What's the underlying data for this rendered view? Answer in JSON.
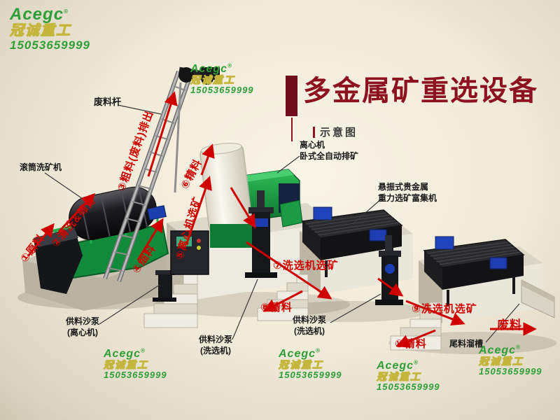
{
  "title": {
    "text": "多金属矿重选设备",
    "subtitle": "示意图"
  },
  "watermarks": {
    "brand": "Acegc",
    "reg": "®",
    "company": "冠诚重工",
    "phone": "15053659999"
  },
  "equipment_labels": {
    "waste_rod": "废料杆",
    "drum_washer": "滚筒洗矿机",
    "centrifuge_l1": "离心机",
    "centrifuge_l2": "卧式全自动排矿",
    "concentrator_l1": "悬振式贵金属",
    "concentrator_l2": "重力选矿富集机",
    "pump_centrifuge_l1": "供料沙泵",
    "pump_centrifuge_l2": "(离心机)",
    "pump_washer1_l1": "供料沙泵",
    "pump_washer1_l2": "(洗选机)",
    "pump_washer2_l1": "供料沙泵",
    "pump_washer2_l2": "(洗选机)",
    "tailings_chute": "尾料溜槽"
  },
  "process_steps": {
    "s1": "①原料",
    "s2": "②清洗&筛分",
    "s3": "③粗料(废料)排出",
    "s4": "④细料",
    "s5": "⑤离心机选矿",
    "s6": "⑥精料",
    "s7": "⑦洗选机选矿",
    "s8": "⑧精料",
    "s9": "⑨洗选机选矿",
    "s10": "⑩精料",
    "waste_out": "废料"
  }
}
